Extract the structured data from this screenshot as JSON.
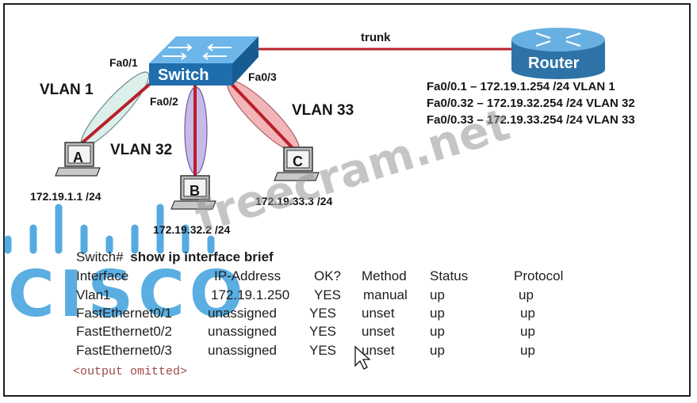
{
  "links": {
    "trunk_label": "trunk"
  },
  "devices": {
    "switch": {
      "label": "Switch"
    },
    "router": {
      "label": "Router"
    },
    "hosts": [
      {
        "id": "A",
        "ip": "172.19.1.1 /24"
      },
      {
        "id": "B",
        "ip": "172.19.32.2 /24"
      },
      {
        "id": "C",
        "ip": "172.19.33.3 /24"
      }
    ]
  },
  "ports": {
    "fa0_1": "Fa0/1",
    "fa0_2": "Fa0/2",
    "fa0_3": "Fa0/3"
  },
  "vlans": {
    "v1": "VLAN 1",
    "v32": "VLAN 32",
    "v33": "VLAN 33"
  },
  "router_subinterfaces": [
    "Fa0/0.1   – 172.19.1.254 /24  VLAN 1",
    "Fa0/0.32 – 172.19.32.254 /24  VLAN 32",
    "Fa0/0.33 – 172.19.33.254 /24  VLAN 33"
  ],
  "cli": {
    "prompt": "Switch#",
    "command": "show ip interface brief",
    "headers": [
      "Interface",
      "IP-Address",
      "OK?",
      "Method",
      "Status",
      "Protocol"
    ],
    "rows": [
      [
        "Vlan1",
        "172.19.1.250",
        "YES",
        "manual",
        "up",
        "up"
      ],
      [
        "FastEthernet0/1",
        "unassigned",
        "YES",
        "unset",
        "up",
        "up"
      ],
      [
        "FastEthernet0/2",
        "unassigned",
        "YES",
        "unset",
        "up",
        "up"
      ],
      [
        "FastEthernet0/3",
        "unassigned",
        "YES",
        "unset",
        "up",
        "up"
      ]
    ],
    "omitted": "<output omitted>"
  },
  "watermarks": {
    "logo_text": "CISCO",
    "site": "freecram.net"
  },
  "colors": {
    "link": "#b8202a",
    "switch": "#2f7fc4",
    "router": "#3d84b8",
    "watermark_logo": "#1b8fd6"
  }
}
